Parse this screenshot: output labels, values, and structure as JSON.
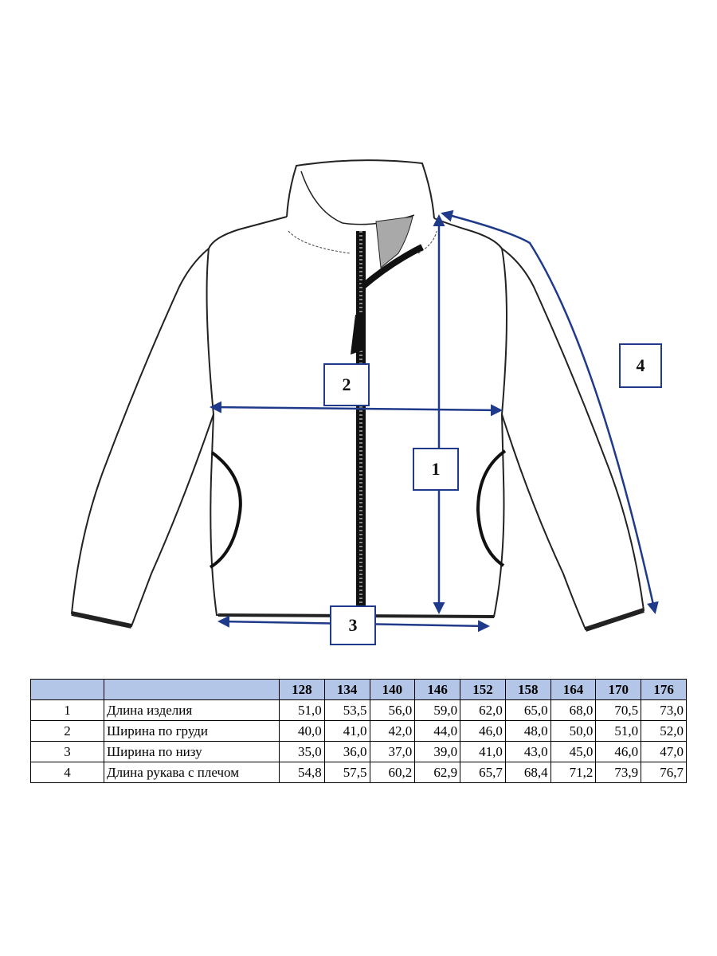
{
  "labels": {
    "length": "1",
    "chest": "2",
    "hem": "3",
    "sleeve": "4"
  },
  "colors": {
    "arrow": "#1f3a8a",
    "header_bg": "#b4c6e7",
    "outline": "#222222",
    "lining": "#a9a9a9"
  },
  "table": {
    "sizes": [
      "128",
      "134",
      "140",
      "146",
      "152",
      "158",
      "164",
      "170",
      "176"
    ],
    "rows": [
      {
        "num": "1",
        "name": "Длина изделия",
        "values": [
          "51,0",
          "53,5",
          "56,0",
          "59,0",
          "62,0",
          "65,0",
          "68,0",
          "70,5",
          "73,0"
        ]
      },
      {
        "num": "2",
        "name": "Ширина по груди",
        "values": [
          "40,0",
          "41,0",
          "42,0",
          "44,0",
          "46,0",
          "48,0",
          "50,0",
          "51,0",
          "52,0"
        ]
      },
      {
        "num": "3",
        "name": "Ширина по низу",
        "values": [
          "35,0",
          "36,0",
          "37,0",
          "39,0",
          "41,0",
          "43,0",
          "45,0",
          "46,0",
          "47,0"
        ]
      },
      {
        "num": "4",
        "name": "Длина рукава с плечом",
        "values": [
          "54,8",
          "57,5",
          "60,2",
          "62,9",
          "65,7",
          "68,4",
          "71,2",
          "73,9",
          "76,7"
        ]
      }
    ]
  }
}
